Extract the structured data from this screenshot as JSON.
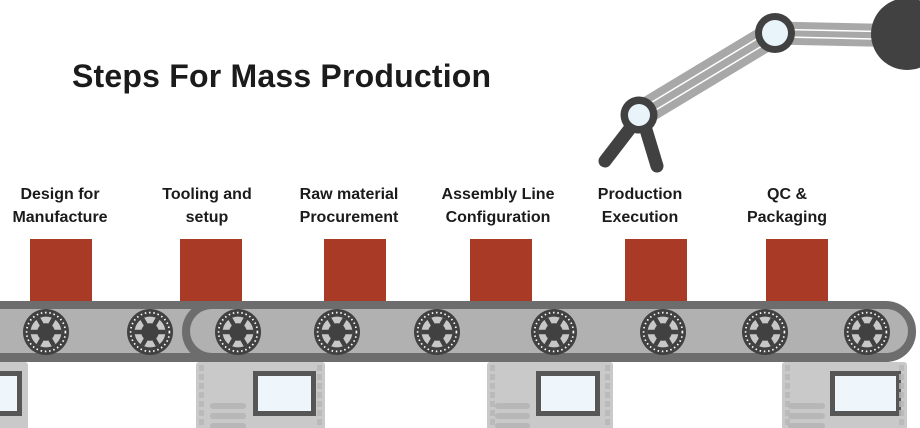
{
  "title": "Steps For Mass Production",
  "steps": [
    {
      "line1": "Design for",
      "line2": "Manufacture"
    },
    {
      "line1": "Tooling and",
      "line2": "setup"
    },
    {
      "line1": "Raw material",
      "line2": "Procurement"
    },
    {
      "line1": "Assembly Line",
      "line2": "Configuration"
    },
    {
      "line1": "Production",
      "line2": "Execution"
    },
    {
      "line1": "QC &",
      "line2": "Packaging"
    }
  ],
  "icons": {
    "robot_arm": "robot-arm-icon",
    "conveyor_wheel": "conveyor-wheel-icon",
    "machine_window": "machine-window",
    "vents": "vent-lines-icon"
  },
  "conveyor": {
    "wheel_count": 9,
    "crate_count": 6,
    "base_count": 4
  },
  "colors": {
    "background": "#ffffff",
    "text": "#1b1b1b",
    "crate_red": "#a83a26",
    "belt_border": "#6d6d6d",
    "belt_gray": "#b1b1b1",
    "machine_dark": "#414141",
    "wheel_face": "#c7c7c7",
    "wheel_dots": "#ffffff",
    "arm_gray": "#a8a8a8",
    "arm_stripe": "#ffffff",
    "joint_fill": "#e8f3fa",
    "base_gray": "#c9c9c9",
    "vent_gray": "#b7b7b7",
    "window_fill": "#eef5fb",
    "window_border": "#565656"
  }
}
